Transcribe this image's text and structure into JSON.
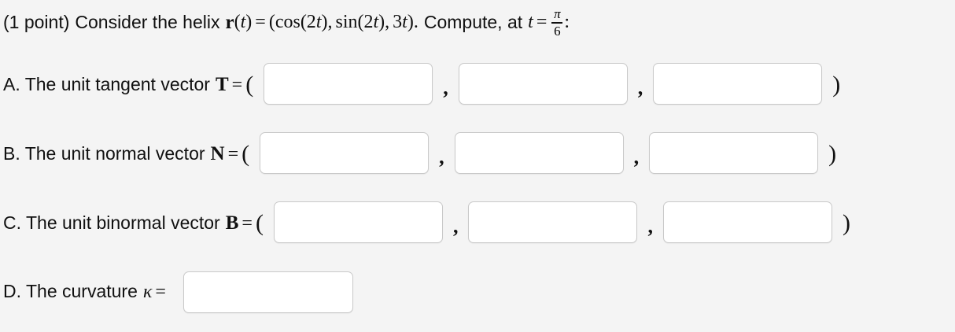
{
  "page": {
    "background_color": "#f4f4f4",
    "text_color": "#101010"
  },
  "header": {
    "points": "(1 point)",
    "lead_text": "Consider the helix",
    "vector_symbol": "r",
    "of_t_open": "(",
    "var_t": "t",
    "of_t_close": ")",
    "equals": "=",
    "tuple_open": "(",
    "component_1_fn": "cos",
    "component_1_arg": "(2",
    "component_1_var": "t",
    "component_1_close": ")",
    "comma_1": ",",
    "component_2_fn": "sin",
    "component_2_arg": "(2",
    "component_2_var": "t",
    "component_2_close": ")",
    "comma_2": ",",
    "component_3": "3",
    "component_3_var": "t",
    "tuple_close": ")",
    "period": ".",
    "compute_text": "Compute, at",
    "at_var": "t",
    "at_equals": "=",
    "fraction_numerator": "π",
    "fraction_denominator": "6",
    "colon": ":"
  },
  "questions": [
    {
      "id": "A",
      "prefix": "A. The unit tangent vector",
      "symbol": "T",
      "equals": "=",
      "open_paren": "(",
      "close_paren": ")",
      "separator": ",",
      "inputs": [
        {
          "name": "tangent-x",
          "value": "",
          "placeholder": ""
        },
        {
          "name": "tangent-y",
          "value": "",
          "placeholder": ""
        },
        {
          "name": "tangent-z",
          "value": "",
          "placeholder": ""
        }
      ]
    },
    {
      "id": "B",
      "prefix": "B. The unit normal vector",
      "symbol": "N",
      "equals": "=",
      "open_paren": "(",
      "close_paren": ")",
      "separator": ",",
      "inputs": [
        {
          "name": "normal-x",
          "value": "",
          "placeholder": ""
        },
        {
          "name": "normal-y",
          "value": "",
          "placeholder": ""
        },
        {
          "name": "normal-z",
          "value": "",
          "placeholder": ""
        }
      ]
    },
    {
      "id": "C",
      "prefix": "C. The unit binormal vector",
      "symbol": "B",
      "equals": "=",
      "open_paren": "(",
      "close_paren": ")",
      "separator": ",",
      "inputs": [
        {
          "name": "binormal-x",
          "value": "",
          "placeholder": ""
        },
        {
          "name": "binormal-y",
          "value": "",
          "placeholder": ""
        },
        {
          "name": "binormal-z",
          "value": "",
          "placeholder": ""
        }
      ]
    },
    {
      "id": "D",
      "prefix": "D. The curvature",
      "symbol": "κ",
      "equals": "=",
      "open_paren": "",
      "close_paren": "",
      "separator": "",
      "inputs": [
        {
          "name": "curvature",
          "value": "",
          "placeholder": ""
        }
      ]
    }
  ]
}
